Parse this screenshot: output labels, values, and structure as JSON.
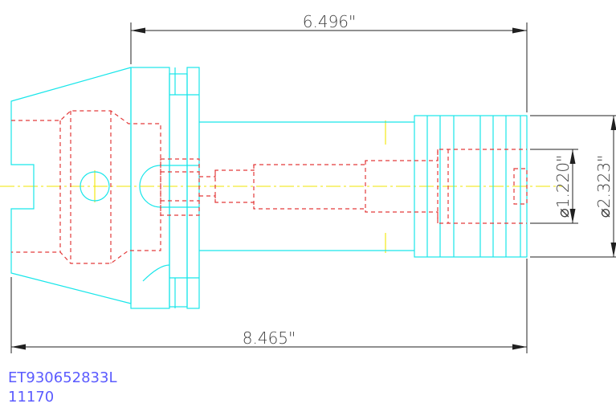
{
  "drawing": {
    "dimensions": {
      "overall_length": "8.465\"",
      "gauge_length": "6.496\"",
      "bore_diameter": "⌀1.220\"",
      "outer_diameter": "⌀2.323\""
    },
    "part_number": "ET930652833L",
    "item_code": "11170"
  },
  "colors": {
    "outline": "#19e6ea",
    "hidden_lines": "#e33b3b",
    "centerline": "#f2e600",
    "dimension_lines": "#202020",
    "part_label": "#5b5bff"
  }
}
